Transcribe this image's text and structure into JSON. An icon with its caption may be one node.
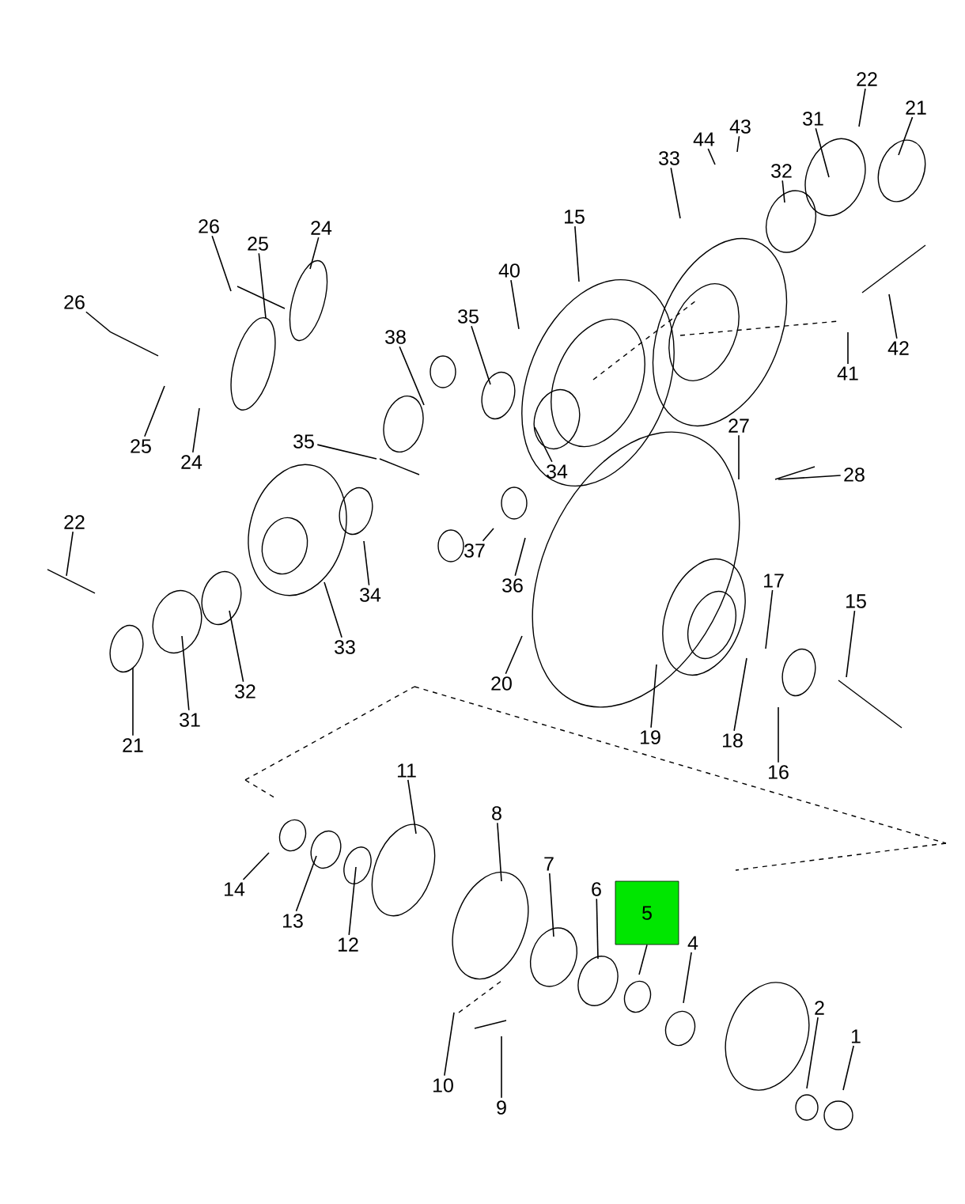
{
  "diagram": {
    "nodes": [
      {
        "text": [
          "22"
        ]
      },
      {
        "text": [
          "21"
        ]
      },
      {
        "text": [
          "31"
        ]
      },
      {
        "text": [
          "32"
        ]
      },
      {
        "text": [
          "43"
        ]
      },
      {
        "text": [
          "44"
        ]
      },
      {
        "text": [
          "33"
        ]
      },
      {
        "text": [
          "15"
        ]
      },
      {
        "text": [
          "40"
        ]
      },
      {
        "text": [
          "35"
        ]
      },
      {
        "text": [
          "38"
        ]
      },
      {
        "text": [
          "24"
        ]
      },
      {
        "text": [
          "25"
        ]
      },
      {
        "text": [
          "26"
        ]
      },
      {
        "text": [
          "26"
        ]
      },
      {
        "text": [
          "25"
        ]
      },
      {
        "text": [
          "24"
        ]
      },
      {
        "text": [
          "35"
        ]
      },
      {
        "text": [
          "34"
        ]
      },
      {
        "text": [
          "42"
        ]
      },
      {
        "text": [
          "41"
        ]
      },
      {
        "text": [
          "27"
        ]
      },
      {
        "text": [
          "28"
        ]
      },
      {
        "text": [
          "22"
        ]
      },
      {
        "text": [
          "21"
        ]
      },
      {
        "text": [
          "31"
        ]
      },
      {
        "text": [
          "32"
        ]
      },
      {
        "text": [
          "33"
        ]
      },
      {
        "text": [
          "34"
        ]
      },
      {
        "text": [
          "37"
        ]
      },
      {
        "text": [
          "36"
        ]
      },
      {
        "text": [
          "20"
        ]
      },
      {
        "text": [
          "19"
        ]
      },
      {
        "text": [
          "17"
        ]
      },
      {
        "text": [
          "18"
        ]
      },
      {
        "text": [
          "16"
        ]
      },
      {
        "text": [
          "15"
        ]
      },
      {
        "text": [
          "11"
        ]
      },
      {
        "text": [
          "8"
        ]
      },
      {
        "text": [
          "7"
        ]
      },
      {
        "text": [
          "6"
        ]
      },
      {
        "text": [
          "5"
        ]
      },
      {
        "text": [
          "4"
        ]
      },
      {
        "text": [
          "14"
        ]
      },
      {
        "text": [
          "13"
        ]
      },
      {
        "text": [
          "12"
        ]
      },
      {
        "text": [
          "10"
        ]
      },
      {
        "text": [
          "9"
        ]
      },
      {
        "text": [
          "2"
        ]
      },
      {
        "text": [
          "1"
        ]
      }
    ],
    "edges": [
      {
        "from": 0,
        "to": null,
        "arrow": "none"
      },
      {
        "from": 1,
        "to": null,
        "arrow": "none"
      },
      {
        "from": 2,
        "to": null,
        "arrow": "none"
      },
      {
        "from": 3,
        "to": null,
        "arrow": "none"
      },
      {
        "from": 4,
        "to": null,
        "arrow": "none"
      },
      {
        "from": 5,
        "to": null,
        "arrow": "none"
      },
      {
        "from": 6,
        "to": null,
        "arrow": "none"
      },
      {
        "from": 7,
        "to": null,
        "arrow": "none"
      },
      {
        "from": 8,
        "to": null,
        "arrow": "none"
      },
      {
        "from": 9,
        "to": null,
        "arrow": "none"
      },
      {
        "from": 10,
        "to": null,
        "arrow": "none"
      },
      {
        "from": 11,
        "to": null,
        "arrow": "none"
      },
      {
        "from": 12,
        "to": null,
        "arrow": "none"
      },
      {
        "from": 13,
        "to": null,
        "arrow": "none"
      },
      {
        "from": 14,
        "to": null,
        "arrow": "none"
      },
      {
        "from": 15,
        "to": null,
        "arrow": "none"
      },
      {
        "from": 16,
        "to": null,
        "arrow": "none"
      },
      {
        "from": 17,
        "to": null,
        "arrow": "none"
      },
      {
        "from": 18,
        "to": null,
        "arrow": "none"
      },
      {
        "from": 19,
        "to": null,
        "arrow": "none"
      },
      {
        "from": 20,
        "to": null,
        "arrow": "none"
      },
      {
        "from": 21,
        "to": null,
        "arrow": "none"
      },
      {
        "from": 22,
        "to": null,
        "arrow": "none"
      },
      {
        "from": 23,
        "to": null,
        "arrow": "none"
      },
      {
        "from": 24,
        "to": null,
        "arrow": "none"
      },
      {
        "from": 25,
        "to": null,
        "arrow": "none"
      },
      {
        "from": 26,
        "to": null,
        "arrow": "none"
      },
      {
        "from": 27,
        "to": null,
        "arrow": "none"
      },
      {
        "from": 28,
        "to": null,
        "arrow": "none"
      },
      {
        "from": 29,
        "to": null,
        "arrow": "none"
      },
      {
        "from": 30,
        "to": null,
        "arrow": "none"
      },
      {
        "from": 31,
        "to": null,
        "arrow": "none"
      },
      {
        "from": 32,
        "to": null,
        "arrow": "none"
      },
      {
        "from": 33,
        "to": null,
        "arrow": "none"
      },
      {
        "from": 34,
        "to": null,
        "arrow": "none"
      },
      {
        "from": 35,
        "to": null,
        "arrow": "none"
      },
      {
        "from": 36,
        "to": null,
        "arrow": "none"
      },
      {
        "from": 37,
        "to": null,
        "arrow": "none"
      },
      {
        "from": 38,
        "to": null,
        "arrow": "none"
      },
      {
        "from": 39,
        "to": null,
        "arrow": "none"
      },
      {
        "from": 40,
        "to": null,
        "arrow": "none"
      },
      {
        "from": 41,
        "to": null,
        "arrow": "none"
      },
      {
        "from": 42,
        "to": null,
        "arrow": "none"
      },
      {
        "from": 43,
        "to": null,
        "arrow": "none"
      },
      {
        "from": 44,
        "to": null,
        "arrow": "none"
      },
      {
        "from": 45,
        "to": null,
        "arrow": "none"
      },
      {
        "from": 46,
        "to": null,
        "arrow": "none"
      },
      {
        "from": 47,
        "to": null,
        "arrow": "none"
      },
      {
        "from": 48,
        "to": null,
        "arrow": "none"
      },
      {
        "from": 49,
        "to": null,
        "arrow": "none"
      }
    ]
  }
}
